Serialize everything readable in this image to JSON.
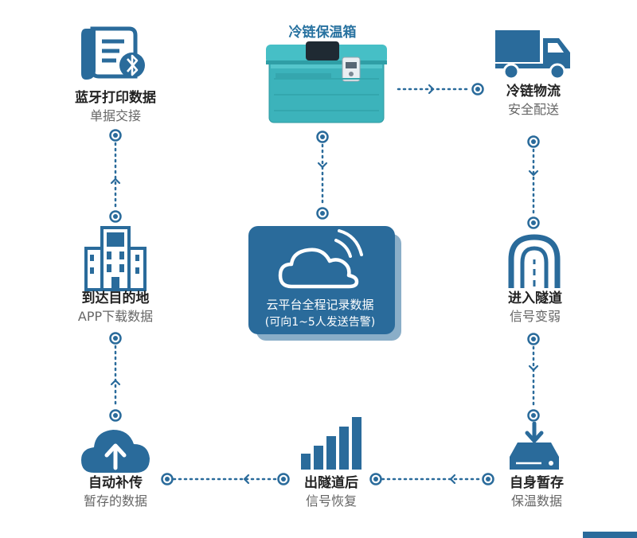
{
  "box": {
    "title": "冷链保温箱"
  },
  "nodes": {
    "bluetooth": {
      "title": "蓝牙打印数据",
      "sub": "单据交接",
      "icon": "bluetooth-print-icon"
    },
    "logistics": {
      "title": "冷链物流",
      "sub": "安全配送",
      "icon": "truck-icon"
    },
    "tunnel": {
      "title": "进入隧道",
      "sub": "信号变弱",
      "icon": "tunnel-icon"
    },
    "storage": {
      "title": "自身暂存",
      "sub": "保温数据",
      "icon": "storage-icon"
    },
    "recover": {
      "title": "出隧道后",
      "sub": "信号恢复",
      "icon": "signal-bars-icon"
    },
    "upload": {
      "title": "自动补传",
      "sub": "暂存的数据",
      "icon": "cloud-upload-icon"
    },
    "arrive": {
      "title": "到达目的地",
      "sub": "APP下载数据",
      "icon": "building-icon"
    }
  },
  "cloud": {
    "line1": "云平台全程记录数据",
    "line2": "(可向1~5人发送告警)",
    "icon": "cloud-wifi-icon"
  },
  "colors": {
    "primary": "#2a6b9b",
    "teal": "#3db8bf",
    "text": "#222222",
    "subtext": "#666666"
  }
}
